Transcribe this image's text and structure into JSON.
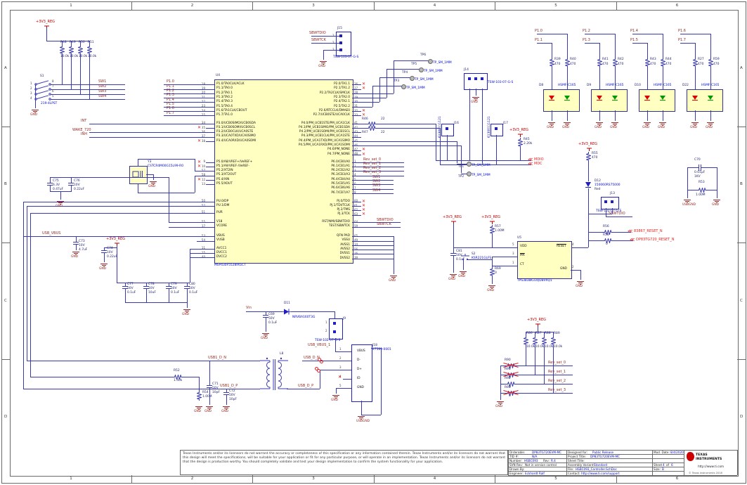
{
  "colors": {
    "wire": "#3a3ab0",
    "net_label": "#8f2a22",
    "power": "#b30000",
    "offpage": "#e02020",
    "part_text": "#0008c8",
    "ic_fill": "#ffffc2",
    "led_red": "#dd0000",
    "led_green": "#009900",
    "ti_red": "#cc0000"
  },
  "sheet": {
    "zones_cols": [
      "1",
      "2",
      "3",
      "4",
      "5",
      "6"
    ],
    "zones_rows": [
      "A",
      "B",
      "C",
      "D"
    ]
  },
  "nets": {
    "rail": "+3V3_REG",
    "gnd": "GND",
    "usbgnd": "USBGND",
    "usb_vbus": "USB_VBUS",
    "usb_vbus_1": "USB_VBUS_1",
    "vin": "Vin",
    "sbwtdio": "SBWTDIO",
    "sbwtck": "SBWTCK",
    "mdio": "MDIO",
    "mdc": "MDC",
    "int": "INT",
    "wake": "WAKE_720",
    "inh": "INH",
    "reset1": "83867_RESET_N",
    "reset2": "DP83TG720_RESET_N",
    "usb_d_n": "USB_D_N",
    "usb_d_p": "USB_D_P",
    "usb1_d_n": "USB1_D_N",
    "usb1_d_p": "USB1_D_P",
    "p1": [
      "P1.0",
      "P1.1",
      "P1.2",
      "P1.3",
      "P1.4",
      "P1.5",
      "P1.6",
      "P1.7"
    ],
    "sw": [
      "SW1",
      "SW2",
      "SW3",
      "SW4"
    ],
    "rev": [
      "Rev_set_0",
      "Rev_set_1",
      "Rev_set_2",
      "Rev_set_3"
    ]
  },
  "switch_block": {
    "refdes": "S1",
    "part": "219-4LPST",
    "left_pins": [
      "1",
      "2",
      "3",
      "4"
    ],
    "right_pins": [
      "8",
      "7",
      "6",
      "5"
    ],
    "resistors": [
      [
        "R48",
        "10.0k"
      ],
      [
        "R49",
        "10.0k"
      ],
      [
        "R50",
        "10.0k"
      ],
      [
        "R51",
        "10.0k"
      ]
    ]
  },
  "mcu": {
    "refdes": "U4",
    "part": "MSP430F5528IRGCT",
    "left_groups": [
      [
        [
          "18",
          "P1.0/TA0CLK/ACLK"
        ],
        [
          "19",
          "P1.1/TA0.0"
        ],
        [
          "20",
          "P1.2/TA0.1"
        ],
        [
          "21",
          "P1.3/TA0.2"
        ],
        [
          "22",
          "P1.4/TA0.3"
        ],
        [
          "23",
          "P1.5/TA0.4"
        ],
        [
          "24",
          "P1.6/TA1CLK/CBOUT"
        ],
        [
          "25",
          "P1.7/TA1.0"
        ]
      ],
      [
        [
          "34",
          "P3.0/UCB0SIMO/UCB0SDA"
        ],
        [
          "35",
          "P3.1/UCB0SOMI/UCB0SCL"
        ],
        [
          "36",
          "P3.2/UCB0CLK/UCA0STE"
        ],
        [
          "37",
          "P3.3/UCA0TXD/UCA0SIMO"
        ],
        [
          "38",
          "P3.4/UCA0RXD/UCA0SOMI"
        ]
      ],
      [
        [
          "9",
          "P5.0/A8/VREF+/VeREF+"
        ],
        [
          "10",
          "P5.1/A9/VREF-/VeREF-"
        ],
        [
          "57",
          "P5.2/XT2IN"
        ],
        [
          "58",
          "P5.3/XT2OUT"
        ],
        [
          "12",
          "P5.4/XIN"
        ],
        [
          "13",
          "P5.5/XOUT"
        ]
      ],
      [
        [
          "50",
          "PU.0/DP"
        ],
        [
          "52",
          "PU.1/DM"
        ]
      ],
      [
        [
          "51",
          "PUR"
        ]
      ],
      [
        [
          "55",
          "V18"
        ],
        [
          "17",
          "VCORE"
        ]
      ],
      [
        [
          "53",
          "VBUS"
        ],
        [
          "54",
          "VUSB"
        ]
      ],
      [
        [
          "11",
          "AVCC1"
        ],
        [
          "15",
          "DVCC1"
        ],
        [
          "40",
          "DVCC2"
        ]
      ]
    ],
    "right_groups": [
      [
        [
          "26",
          "P2.0/TA1.1"
        ],
        [
          "27",
          "P2.1/TA1.2"
        ],
        [
          "28",
          "P2.2/TA2CLK/SMCLK"
        ],
        [
          "29",
          "P2.3/TA2.0"
        ],
        [
          "30",
          "P2.4/TA2.1"
        ],
        [
          "31",
          "P2.5/TA2.2"
        ],
        [
          "32",
          "P2.6/RTCCLK/DMAE0"
        ],
        [
          "33",
          "P2.7/UCB0STE/UCA0CLK"
        ]
      ],
      [
        [
          "41",
          "P4.0/PM_UCB1STE/PM_UCA1CLK"
        ],
        [
          "42",
          "P4.1/PM_UCB1SIMO/PM_UCB1SDA"
        ],
        [
          "43",
          "P4.2/PM_UCB1SOMI/PM_UCB1SCL"
        ],
        [
          "44",
          "P4.3/PM_UCB1CLK/PM_UCA1STE"
        ],
        [
          "45",
          "P4.4/PM_UCA1TXD/PM_UCA1SIMO"
        ],
        [
          "46",
          "P4.5/PM_UCA1RXD/PM_UCA1SOMI"
        ],
        [
          "47",
          "P4.6/PM_NONE"
        ],
        [
          "48",
          "P4.7/PM_NONE"
        ]
      ],
      [
        [
          "1",
          "P6.0/CB0/A0"
        ],
        [
          "2",
          "P6.1/CB1/A1"
        ],
        [
          "3",
          "P6.2/CB2/A2"
        ],
        [
          "4",
          "P6.3/CB3/A3"
        ],
        [
          "5",
          "P6.4/CB4/A4"
        ],
        [
          "6",
          "P6.5/CB5/A5"
        ],
        [
          "7",
          "P6.6/CB6/A6"
        ],
        [
          "8",
          "P6.7/CB7/A7"
        ]
      ],
      [
        [
          "60",
          "PJ.0/TDO"
        ],
        [
          "61",
          "PJ.1/TDI/TCLK"
        ],
        [
          "62",
          "PJ.2/TMS"
        ],
        [
          "63",
          "PJ.3/TCK"
        ]
      ],
      [
        [
          "64",
          "RST/NMI/SBWTDIO"
        ],
        [
          "59",
          "TEST/SBWTCK"
        ]
      ],
      [
        [
          "65",
          "QFN PAD"
        ],
        [
          "49",
          "VSSU"
        ],
        [
          "14",
          "AVSS1"
        ],
        [
          "56",
          "AVSS2"
        ],
        [
          "16",
          "DVSS1"
        ],
        [
          "39",
          "DVSS2"
        ]
      ]
    ]
  },
  "resonator": {
    "refdes": "Y3",
    "part": "CSTCR4M00G15L99-R0"
  },
  "headers": {
    "j15": {
      "refdes": "J15",
      "part": "TSW-103-07-G-S",
      "pins": [
        "1",
        "2",
        "3"
      ]
    },
    "j14": {
      "refdes": "J14",
      "part": "TSW-103-07-G-S"
    },
    "j16": {
      "refdes": "J16",
      "part": "61300111121"
    },
    "j17": {
      "refdes": "J17",
      "part": "61300111121"
    },
    "j13": {
      "refdes": "J13",
      "part": "TSW-102-07-G-S"
    },
    "j9": {
      "refdes": "J9",
      "part": "TSW-102-07-G-S",
      "pins": [
        "1",
        "2"
      ]
    }
  },
  "testpoints": {
    "part": "TP_SM_1MM",
    "refs": [
      "TP1",
      "TP2",
      "TP3",
      "TP4",
      "TP5",
      "TP6"
    ]
  },
  "series_r": [
    [
      "R46",
      "22"
    ],
    [
      "R47",
      "22"
    ]
  ],
  "r45": [
    "R45",
    "2.20k"
  ],
  "led_banks": [
    {
      "refdes": "D8",
      "part": "HSMF-C165",
      "nets": [
        "P1.0",
        "P1.1"
      ],
      "res": [
        [
          "R39",
          "470"
        ],
        [
          "R40",
          "470"
        ]
      ]
    },
    {
      "refdes": "D9",
      "part": "HSMF-C165",
      "nets": [
        "P1.2",
        "P1.3"
      ],
      "res": [
        [
          "R41",
          "470"
        ],
        [
          "R42",
          "470"
        ]
      ]
    },
    {
      "refdes": "D10",
      "part": "HSMF-C165",
      "nets": [
        "P1.4",
        "P1.5"
      ],
      "res": [
        [
          "R43",
          "470"
        ],
        [
          "R44",
          "470"
        ]
      ]
    },
    {
      "refdes": "D22",
      "part": "HSMF-C165",
      "nets": [
        "P1.6",
        "P1.7"
      ],
      "res": [
        [
          "R27",
          "470"
        ],
        [
          "R59",
          "470"
        ]
      ]
    }
  ],
  "sbw_led": {
    "r55": [
      "R55",
      "470"
    ],
    "d12": {
      "refdes": "D12",
      "part": "150060RS75000",
      "color": "Red"
    }
  },
  "resets": {
    "r56": "R56",
    "r58": [
      "R58",
      "0"
    ]
  },
  "usb_bridge": {
    "c70": [
      "C70",
      "0.01µF",
      "1KV"
    ],
    "r53": [
      "R53",
      "1.00M"
    ]
  },
  "supervisor": {
    "refdes": "U5",
    "part": "TPS3838K33QDBVRQ1",
    "pin_vdd": [
      "5",
      "VDD"
    ],
    "pin_mr": [
      "3",
      "MR"
    ],
    "pin_ct": [
      "1",
      "CT"
    ],
    "pin_reset": [
      "4",
      "RESET"
    ],
    "pin_gnd": [
      "2",
      "GND"
    ],
    "r57": [
      "R57",
      "1.00M"
    ],
    "c81": [
      "C81",
      "50V",
      "0.1uF"
    ],
    "s2": [
      "S2",
      "KSR221GLFS"
    ],
    "r69": [
      "R69",
      "0"
    ]
  },
  "revset": {
    "pullups": [
      [
        "R86",
        "10.0k"
      ],
      [
        "R87",
        "10.0k"
      ],
      [
        "R88",
        "10.0k"
      ],
      [
        "R89",
        "10.0k"
      ]
    ],
    "straps": [
      [
        "R90",
        "0",
        true
      ],
      [
        "R91",
        "0",
        true
      ],
      [
        "R92",
        "0",
        false
      ],
      [
        "R93",
        "0",
        true
      ]
    ]
  },
  "usb_in": {
    "c69": [
      "C69",
      "50V",
      "0.1uF"
    ],
    "d11": [
      "D11",
      "NRVBA160T3G"
    ]
  },
  "usb_conn": {
    "refdes": "J18",
    "part": "47589-0001",
    "pins": [
      [
        "1",
        "VBUS"
      ],
      [
        "2",
        "D-"
      ],
      [
        "3",
        "D+"
      ],
      [
        "4",
        "ID"
      ],
      [
        "5",
        "GND"
      ]
    ]
  },
  "choke": {
    "refdes": "L8"
  },
  "passives": {
    "c75": [
      "C75",
      "6.3V",
      "0.47uF"
    ],
    "c76": [
      "C76",
      "10V",
      "0.22uF"
    ],
    "c73": [
      "C73",
      "10V",
      "4.7uF"
    ],
    "c74": [
      "C74",
      "10V",
      "0.22uF"
    ],
    "c77": [
      "C77",
      "50V",
      "0.1uF"
    ],
    "c78": [
      "C78",
      "10V",
      "10uF"
    ],
    "c79": [
      "C79",
      "50V",
      "0.1uF"
    ],
    "c80": [
      "C80",
      "50V",
      "0.1uF"
    ],
    "c71": [
      "C71",
      "50V",
      "10pF"
    ],
    "c72": [
      "C72",
      "50V",
      "10pF"
    ],
    "r52": [
      "R52",
      "1.40k"
    ],
    "r54": [
      "R54",
      "1.00M"
    ]
  },
  "disclaimer": "Texas Instruments and/or its licensors do not warrant the accuracy or completeness of this specification or any information contained therein. Texas Instruments and/or its licensors do not warrant that this design will meet the specifications, will be suitable for your application or fit for any particular purpose, or will operate in an implementation. Texas Instruments and/or its licensors do not warrant that the design is production worthy. You should completely validate and test your design implementation to confirm the system functionality for your application.",
  "titleblock": {
    "orderable_label": "Orderable:",
    "orderable": "DP83TG720EVM-MC",
    "designed_label": "Designed for:",
    "designed": "Public Release",
    "mod_label": "Mod. Date:",
    "mod": "8/4/2020",
    "tid_label": "TID #:",
    "tid": "N/A",
    "project_label": "Project Title:",
    "project": "DP83TG720EVM-MC",
    "number_label": "Number:",
    "number": "HSBC093",
    "rev_label": "Rev:",
    "rev": "R.4",
    "sheet_title_label": "Sheet Title:",
    "svn_label": "SVN Rev:",
    "svn": "Not in version control",
    "variant_label": "Assembly Variant:",
    "variant": "Standard",
    "sheet_word": "Sheet",
    "sheet_num": "4",
    "of_word": "of",
    "sheet_total": "6",
    "drawn_label": "Drawn By:",
    "file_label": "File:",
    "file": "HSBC093_Controller.SchDoc",
    "size_label": "Size:",
    "size": "B",
    "engineer_label": "Engineer:",
    "engineer": "Eckhardt Ralf",
    "contact_label": "Contact:",
    "contact": "http://www.ti.com/support",
    "logo_line1": "TEXAS",
    "logo_line2": "INSTRUMENTS",
    "url": "http://www.ti.com",
    "copyright": "© Texas Instruments 2018"
  }
}
